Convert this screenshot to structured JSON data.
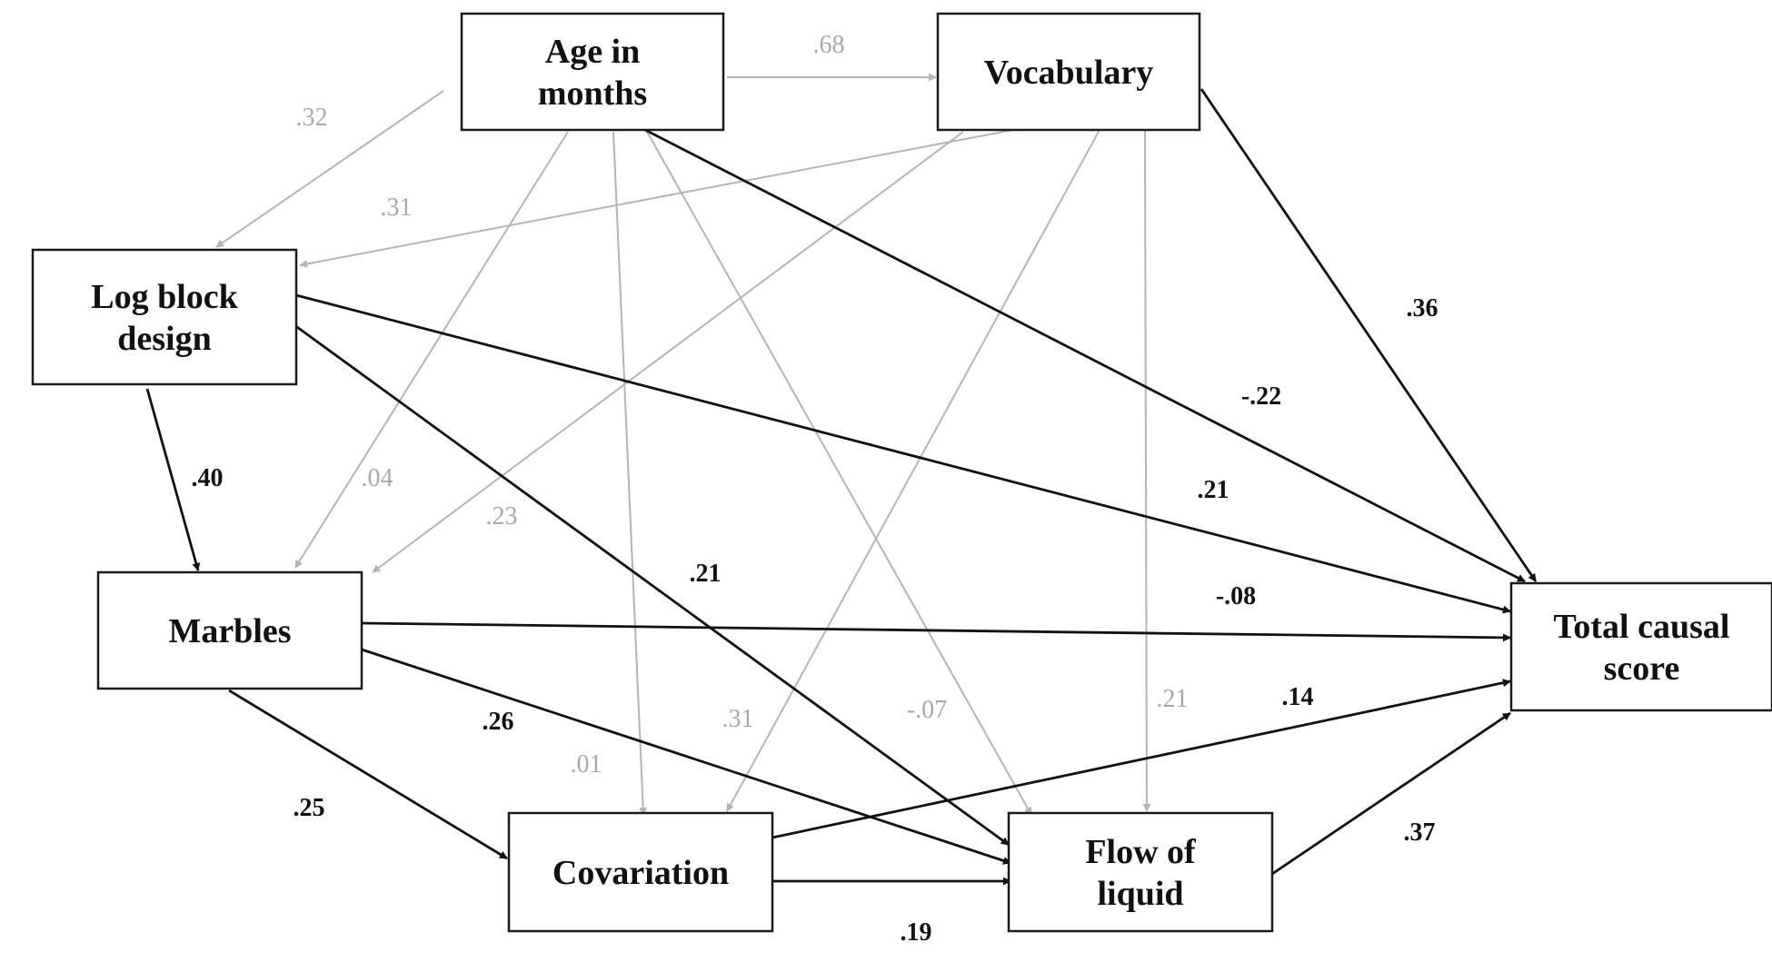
{
  "colors": {
    "significant": "#111111",
    "nonsignificant": "#b5b5b5"
  },
  "nodes": {
    "age": {
      "lines": [
        "Age in",
        "months"
      ]
    },
    "vocab": {
      "lines": [
        "Vocabulary"
      ]
    },
    "log": {
      "lines": [
        "Log block",
        "design"
      ]
    },
    "marb": {
      "lines": [
        "Marbles"
      ]
    },
    "cov": {
      "lines": [
        "Covariation"
      ]
    },
    "flow": {
      "lines": [
        "Flow of",
        "liquid"
      ]
    },
    "total": {
      "lines": [
        "Total causal",
        "score"
      ]
    }
  },
  "edges": [
    {
      "id": "age-vocab",
      "from": "age",
      "to": "vocab",
      "coef": ".68",
      "sig": false
    },
    {
      "id": "age-log",
      "from": "age",
      "to": "log",
      "coef": ".32",
      "sig": false
    },
    {
      "id": "vocab-log",
      "from": "vocab",
      "to": "log",
      "coef": ".31",
      "sig": false
    },
    {
      "id": "age-marb",
      "from": "age",
      "to": "marb",
      "coef": ".04",
      "sig": false
    },
    {
      "id": "vocab-marb",
      "from": "vocab",
      "to": "marb",
      "coef": ".23",
      "sig": false
    },
    {
      "id": "age-cov",
      "from": "age",
      "to": "cov",
      "coef": ".01",
      "sig": false
    },
    {
      "id": "age-flow",
      "from": "age",
      "to": "flow",
      "coef": "-.07",
      "sig": false
    },
    {
      "id": "vocab-cov",
      "from": "vocab",
      "to": "cov",
      "coef": ".31",
      "sig": false
    },
    {
      "id": "vocab-flow",
      "from": "vocab",
      "to": "flow",
      "coef": ".21",
      "sig": false
    },
    {
      "id": "age-total",
      "from": "age",
      "to": "total",
      "coef": "-.22",
      "sig": true
    },
    {
      "id": "vocab-total",
      "from": "vocab",
      "to": "total",
      "coef": ".36",
      "sig": true
    },
    {
      "id": "log-marb",
      "from": "log",
      "to": "marb",
      "coef": ".40",
      "sig": true
    },
    {
      "id": "log-total",
      "from": "log",
      "to": "total",
      "coef": ".21",
      "sig": true
    },
    {
      "id": "log-flow",
      "from": "log",
      "to": "flow",
      "coef": ".21",
      "sig": true
    },
    {
      "id": "marb-total",
      "from": "marb",
      "to": "total",
      "coef": "-.08",
      "sig": true
    },
    {
      "id": "marb-flow",
      "from": "marb",
      "to": "flow",
      "coef": ".26",
      "sig": true
    },
    {
      "id": "marb-cov",
      "from": "marb",
      "to": "cov",
      "coef": ".25",
      "sig": true
    },
    {
      "id": "cov-total",
      "from": "cov",
      "to": "total",
      "coef": ".14",
      "sig": true
    },
    {
      "id": "cov-flow",
      "from": "cov",
      "to": "flow",
      "coef": ".19",
      "sig": true
    },
    {
      "id": "flow-total",
      "from": "flow",
      "to": "total",
      "coef": ".37",
      "sig": true
    }
  ]
}
